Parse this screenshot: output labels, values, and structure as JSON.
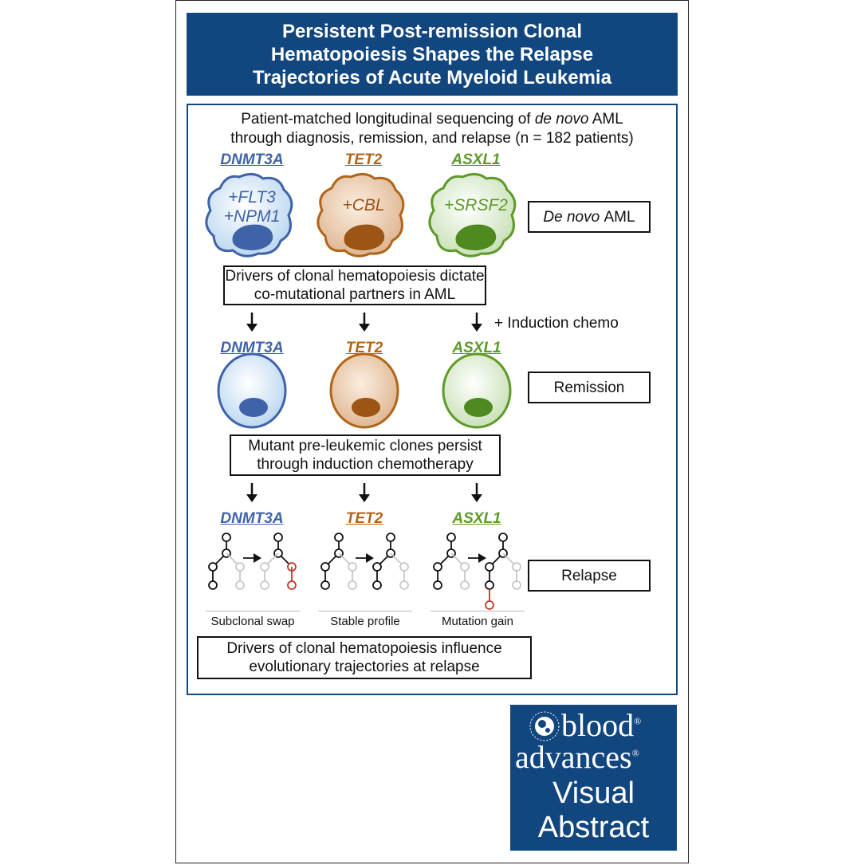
{
  "title": "Persistent Post-remission Clonal\nHematopoiesis Shapes the Relapse\nTrajectories of Acute Myeloid Leukemia",
  "intro": {
    "line1": "Patient-matched longitudinal sequencing of",
    "italic": "de novo",
    "line1_end": "AML",
    "line2": "through diagnosis, remission, and relapse (n = 182 patients)"
  },
  "genes": [
    "DNMT3A",
    "TET2",
    "ASXL1"
  ],
  "aml_comutations": {
    "dnmt3a_1": "+FLT3",
    "dnmt3a_2": "+NPM1",
    "tet2": "+CBL",
    "asxl1": "+SRSF2"
  },
  "stage_labels": {
    "aml_italic": "De novo",
    "aml_rest": "AML",
    "remission": "Remission",
    "relapse": "Relapse"
  },
  "findings": {
    "f1_line1": "Drivers of clonal hematopoiesis dictate",
    "f1_line2": "co-mutational partners in AML",
    "f2_line1": "Mutant pre-leukemic clones persist",
    "f2_line2": "through induction chemotherapy",
    "f3_line1": "Drivers of clonal hematopoiesis influence",
    "f3_line2": "evolutionary trajectories at relapse"
  },
  "induction_label": "+ Induction chemo",
  "trajectory_labels": [
    "Subclonal swap",
    "Stable profile",
    "Mutation gain"
  ],
  "branding": {
    "word1": "blood",
    "word2": "advances",
    "word3": "Visual",
    "word4": "Abstract",
    "registered": "®"
  },
  "colors": {
    "brand_blue": "#12467f",
    "dnmt3a": "#3f63a8",
    "tet2": "#b0651a",
    "asxl1": "#5e9a2a",
    "gained_clone": "#c0392b"
  }
}
